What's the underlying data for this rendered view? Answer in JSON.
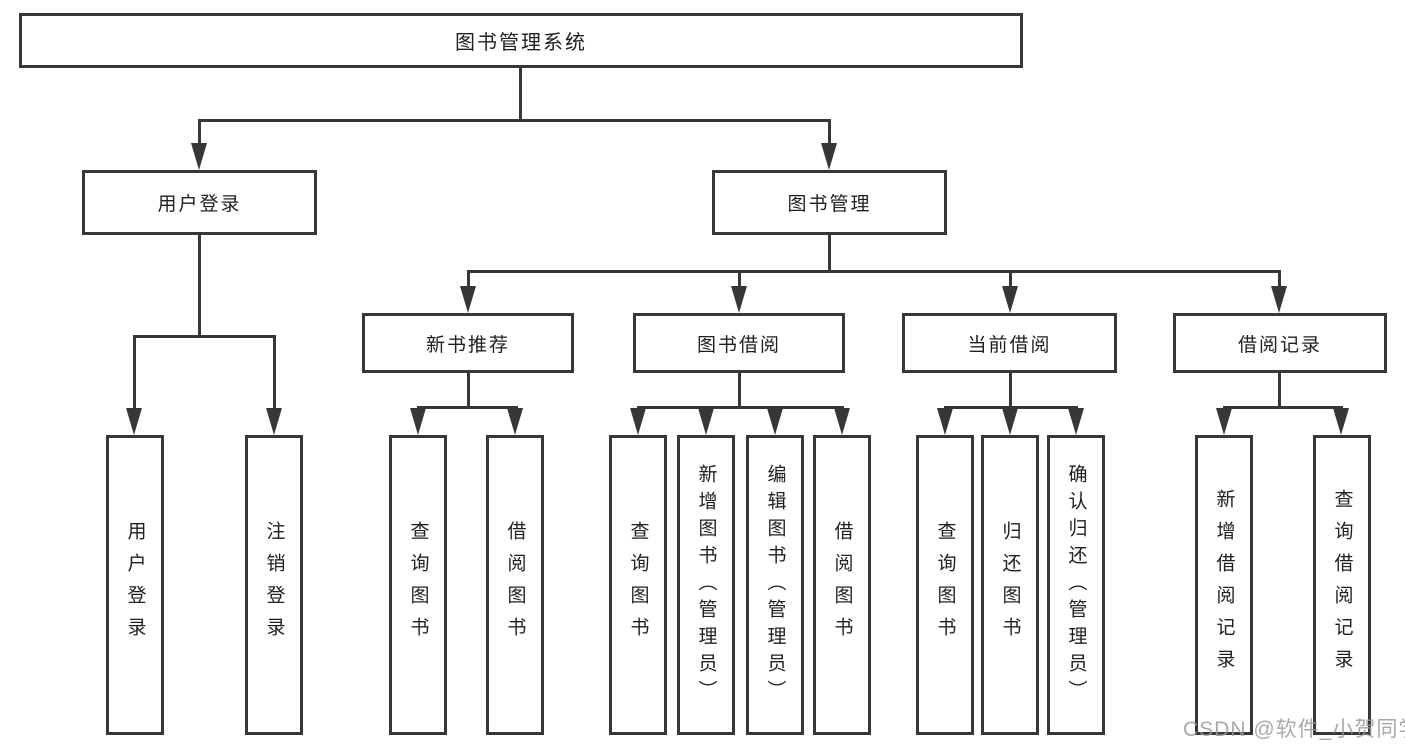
{
  "diagram": {
    "title": "图书管理系统",
    "root": {
      "label": "图书管理系统"
    },
    "branches": [
      {
        "label": "用户登录",
        "children": [
          {
            "label": "用户登录"
          },
          {
            "label": "注销登录"
          }
        ]
      },
      {
        "label": "图书管理",
        "children": [
          {
            "label": "新书推荐",
            "children": [
              {
                "label": "查询图书"
              },
              {
                "label": "借阅图书"
              }
            ]
          },
          {
            "label": "图书借阅",
            "children": [
              {
                "label": "查询图书"
              },
              {
                "label": "新增图书（管理员）"
              },
              {
                "label": "编辑图书（管理员）"
              },
              {
                "label": "借阅图书"
              }
            ]
          },
          {
            "label": "当前借阅",
            "children": [
              {
                "label": "查询图书"
              },
              {
                "label": "归还图书"
              },
              {
                "label": "确认归还（管理员）"
              }
            ]
          },
          {
            "label": "借阅记录",
            "children": [
              {
                "label": "新增借阅记录"
              },
              {
                "label": "查询借阅记录"
              }
            ]
          }
        ]
      }
    ]
  },
  "watermark": {
    "text": "CSDN @软件_小贺同学"
  },
  "colors": {
    "line": "#373737",
    "text": "#1f1f1f",
    "background": "#ffffff",
    "watermark": "#9b9b9b"
  }
}
